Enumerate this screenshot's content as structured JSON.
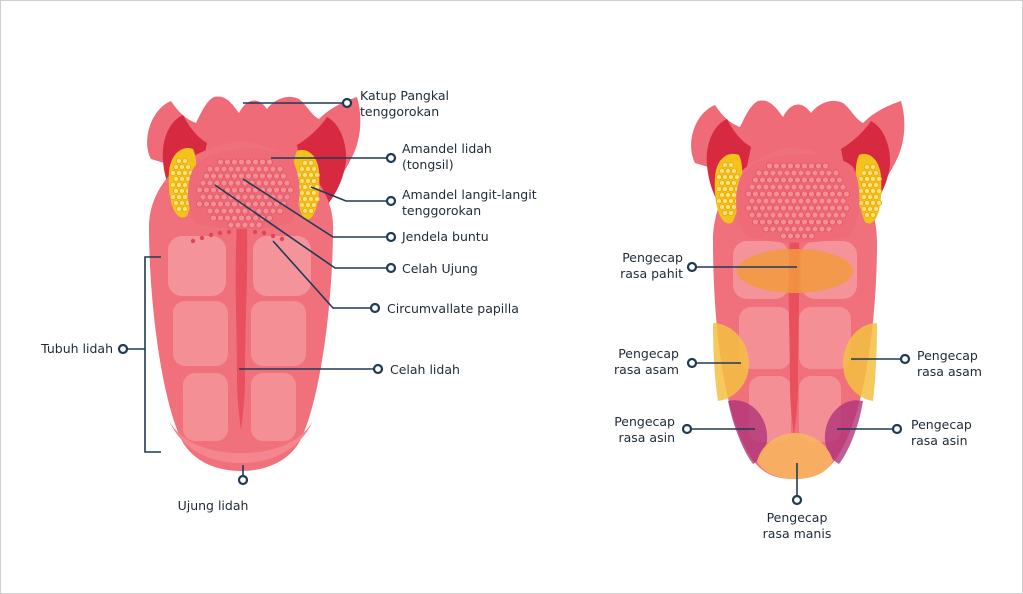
{
  "colors": {
    "tongue": "#f0707c",
    "tongue_light": "#f7a3a8",
    "tongue_dark": "#e8505e",
    "throat": "#d7283e",
    "tonsil": "#f4c21d",
    "bitter": "#f19a3e",
    "sour": "#f3c042",
    "salty": "#b0357a",
    "sweet": "#f7b560",
    "line": "#1f3a56"
  },
  "anatomy": {
    "katup_1": "Katup Pangkal",
    "katup_2": "tenggorokan",
    "amandel_lidah_1": "Amandel lidah",
    "amandel_lidah_2": "(tongsil)",
    "amandel_langit_1": "Amandel langit-langit",
    "amandel_langit_2": "tenggorokan",
    "jendela": "Jendela buntu",
    "celah_ujung": "Celah Ujung",
    "circumvallate": "Circumvallate papilla",
    "celah_lidah": "Celah lidah",
    "tubuh": "Tubuh lidah",
    "ujung": "Ujung lidah"
  },
  "taste": {
    "pahit_1": "Pengecap",
    "pahit_2": "rasa pahit",
    "asam_l_1": "Pengecap",
    "asam_l_2": "rasa asam",
    "asam_r_1": "Pengecap",
    "asam_r_2": "rasa asam",
    "asin_l_1": "Pengecap",
    "asin_l_2": "rasa asin",
    "asin_r_1": "Pengecap",
    "asin_r_2": "rasa asin",
    "manis_1": "Pengecap",
    "manis_2": "rasa manis"
  }
}
